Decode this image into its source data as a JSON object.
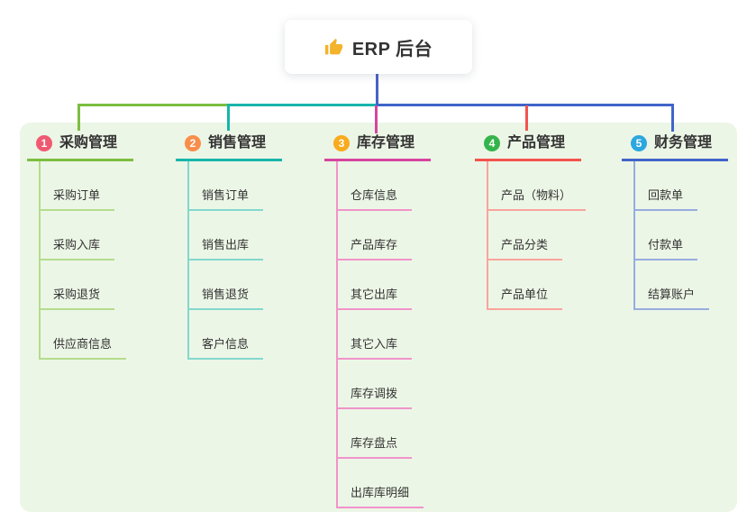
{
  "root": {
    "label": "ERP 后台",
    "icon": "thumbs-up-icon",
    "icon_color": "#F3B32B",
    "text_color": "#333333"
  },
  "canvas": {
    "background": "#FFFFFF",
    "panel_background": "#ECF6E6"
  },
  "connector": {
    "trunk_color": "#4A61C9"
  },
  "branches": [
    {
      "number": "1",
      "title": "采购管理",
      "badge_color": "#F05A71",
      "line_color": "#7CBE40",
      "child_line_color": "#B4DC8D",
      "children": [
        "采购订单",
        "采购入库",
        "采购退货",
        "供应商信息"
      ]
    },
    {
      "number": "2",
      "title": "销售管理",
      "badge_color": "#F98E4B",
      "line_color": "#17B5AB",
      "child_line_color": "#83D8CF",
      "children": [
        "销售订单",
        "销售出库",
        "销售退货",
        "客户信息"
      ]
    },
    {
      "number": "3",
      "title": "库存管理",
      "badge_color": "#F9AB1E",
      "line_color": "#D6459F",
      "child_line_color": "#F094CA",
      "children": [
        "仓库信息",
        "产品库存",
        "其它出库",
        "其它入库",
        "库存调拨",
        "库存盘点",
        "出库库明细"
      ]
    },
    {
      "number": "4",
      "title": "产品管理",
      "badge_color": "#34B44A",
      "line_color": "#F4534F",
      "child_line_color": "#F9A49E",
      "children": [
        "产品（物料）",
        "产品分类",
        "产品单位"
      ]
    },
    {
      "number": "5",
      "title": "财务管理",
      "badge_color": "#2BA7E0",
      "line_color": "#4164C9",
      "child_line_color": "#97ACE0",
      "children": [
        "回款单",
        "付款单",
        "结算账户"
      ]
    }
  ]
}
